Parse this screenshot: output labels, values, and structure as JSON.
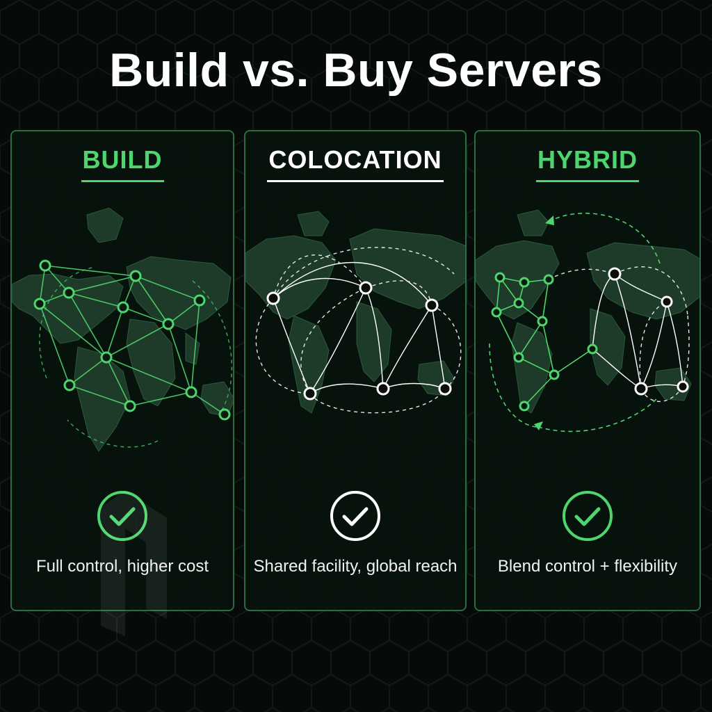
{
  "title": "Build vs. Buy Servers",
  "colors": {
    "accent_green": "#4fd56e",
    "white": "#ffffff",
    "background": "#060a08",
    "panel_border": "#2f6a45",
    "land": "#1d3b28"
  },
  "panels": [
    {
      "heading": "BUILD",
      "caption": "Full control, higher cost",
      "icon": "check-circle-icon",
      "accent": "#4fd56e"
    },
    {
      "heading": "COLOCATION",
      "caption": "Shared facility, global reach",
      "icon": "check-circle-icon",
      "accent": "#ffffff"
    },
    {
      "heading": "HYBRID",
      "caption": "Blend control + flexibility",
      "icon": "check-circle-icon",
      "accent": "#4fd56e"
    }
  ]
}
